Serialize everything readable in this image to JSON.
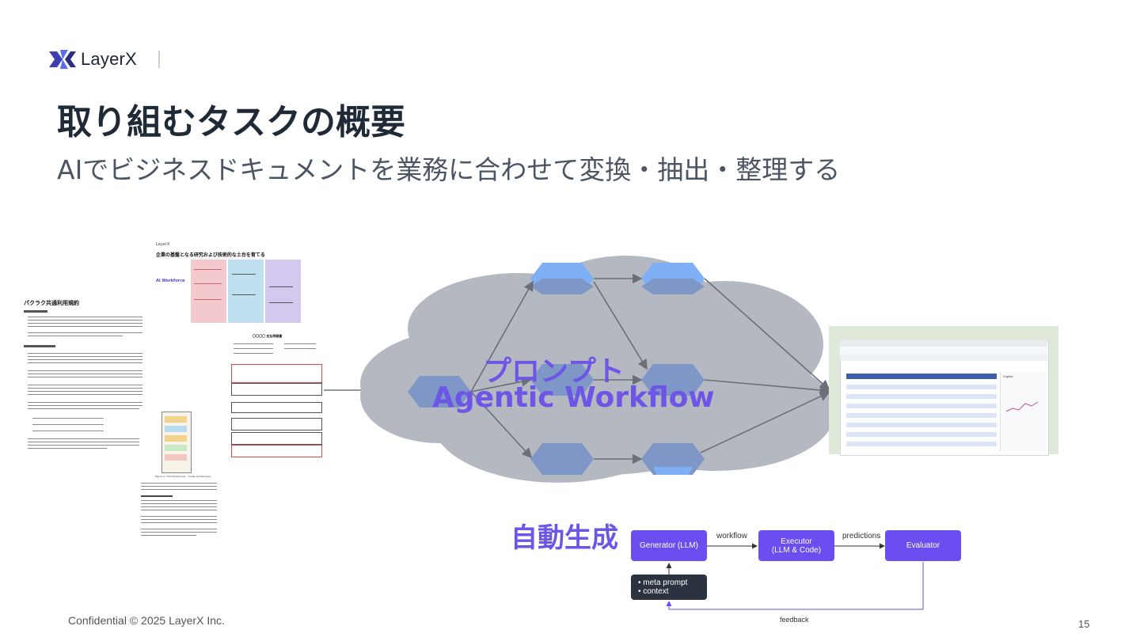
{
  "header": {
    "logo_text": "LayerX",
    "title": "取り組むタスクの概要",
    "subtitle": "AIでビジネスドキュメントを業務に合わせて変換・抽出・整理する"
  },
  "left_documents": {
    "doc1_title": "パクラク共通利用規約",
    "doc2_title": "企業の基盤となる研究および技術的な土台を育てる",
    "doc2_center": "AI Workforce",
    "doc3_title": "〇〇〇〇 支払明細書",
    "doc4_caption": "Figure 1: The Transformer - model architecture."
  },
  "cloud": {
    "label_line1": "プロンプト",
    "label_line2": "Agentic Workflow",
    "fill_color": "#b4b8c1",
    "node_color": "#7f97c6",
    "node_highlight": "#7fb0f5"
  },
  "auto_generation_label": "自動生成",
  "flow": {
    "generator": "Generator (LLM)",
    "executor_line1": "Executor",
    "executor_line2": "(LLM & Code)",
    "evaluator": "Evaluator",
    "edge_workflow": "workflow",
    "edge_predictions": "predictions",
    "edge_feedback": "feedback",
    "meta_line1": "• meta prompt",
    "meta_line2": "• context",
    "accent": "#6c4ef0"
  },
  "spreadsheet": {
    "panel_title": "Copilot"
  },
  "footer": {
    "confidential": "Confidential © 2025 LayerX Inc.",
    "page": "15"
  }
}
